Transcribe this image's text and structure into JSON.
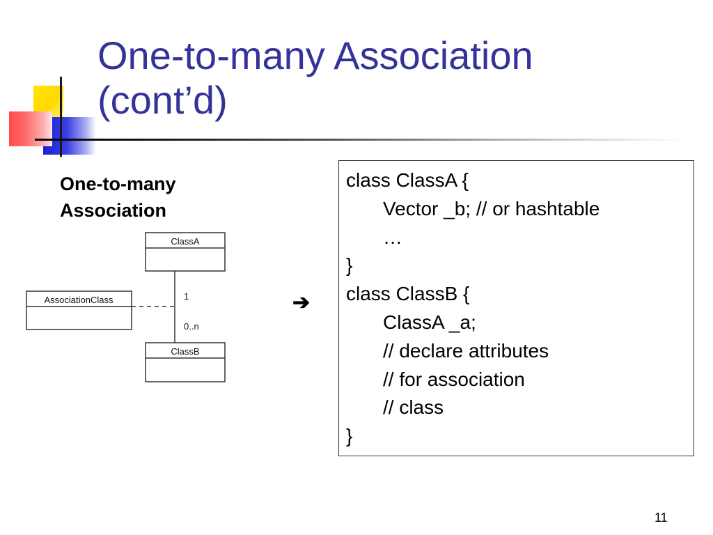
{
  "slide": {
    "title_line1": "One-to-many Association",
    "title_line2": "(cont’d)",
    "subheading_line1": "One-to-many",
    "subheading_line2": "Association",
    "page_number": "11"
  },
  "diagram": {
    "class_a": "ClassA",
    "class_b": "ClassB",
    "association_class": "AssociationClass",
    "multiplicity_top": "1",
    "multiplicity_bottom": "0..n"
  },
  "arrow_icon": "right-arrow-icon",
  "code": {
    "lines": [
      {
        "text": "class ClassA {",
        "indent": false
      },
      {
        "text": "Vector _b; // or hashtable",
        "indent": true
      },
      {
        "text": "…",
        "indent": true
      },
      {
        "text": "}",
        "indent": false
      },
      {
        "text": "class ClassB {",
        "indent": false
      },
      {
        "text": "ClassA _a;",
        "indent": true
      },
      {
        "text": "// declare attributes",
        "indent": true
      },
      {
        "text": "// for association",
        "indent": true
      },
      {
        "text": "// class",
        "indent": true
      },
      {
        "text": "}",
        "indent": false
      }
    ]
  },
  "colors": {
    "title": "#333399",
    "accent_yellow": "#ffe600",
    "accent_blue": "#1b1fd6",
    "accent_red": "#ff4a4a"
  }
}
